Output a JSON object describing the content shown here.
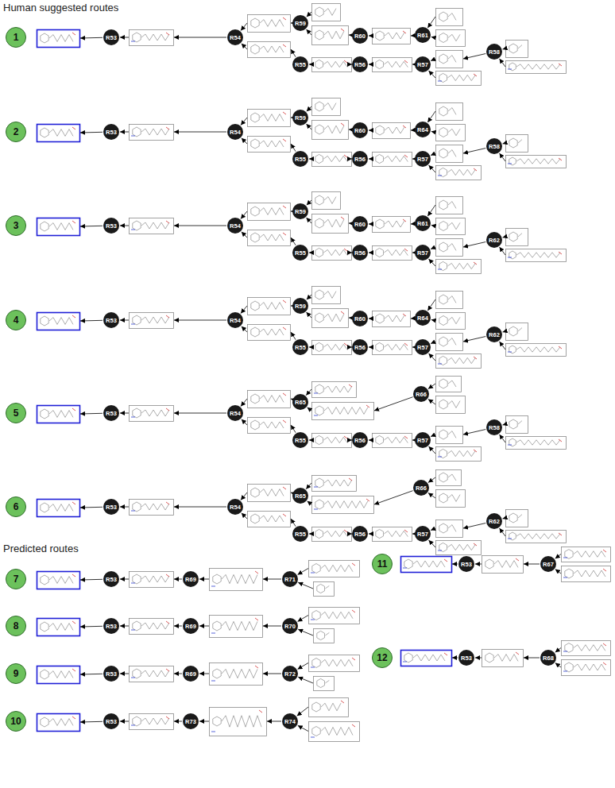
{
  "diagram": {
    "nodes": [
      {
        "text": [
          "1"
        ]
      },
      {
        "text": [
          "R53"
        ]
      },
      {
        "text": [
          "R54"
        ]
      },
      {
        "text": [
          "R59"
        ]
      },
      {
        "text": [
          "R60"
        ]
      },
      {
        "text": [
          "R61"
        ]
      },
      {
        "text": [
          "R55"
        ]
      },
      {
        "text": [
          "R56"
        ]
      },
      {
        "text": [
          "R57"
        ]
      },
      {
        "text": [
          "R58"
        ]
      },
      {
        "text": [
          "2"
        ]
      },
      {
        "text": [
          "R53"
        ]
      },
      {
        "text": [
          "R54"
        ]
      },
      {
        "text": [
          "R59"
        ]
      },
      {
        "text": [
          "R60"
        ]
      },
      {
        "text": [
          "R64"
        ]
      },
      {
        "text": [
          "R55"
        ]
      },
      {
        "text": [
          "R56"
        ]
      },
      {
        "text": [
          "R57"
        ]
      },
      {
        "text": [
          "R58"
        ]
      },
      {
        "text": [
          "3"
        ]
      },
      {
        "text": [
          "R53"
        ]
      },
      {
        "text": [
          "R54"
        ]
      },
      {
        "text": [
          "R59"
        ]
      },
      {
        "text": [
          "R60"
        ]
      },
      {
        "text": [
          "R61"
        ]
      },
      {
        "text": [
          "R55"
        ]
      },
      {
        "text": [
          "R56"
        ]
      },
      {
        "text": [
          "R57"
        ]
      },
      {
        "text": [
          "R62"
        ]
      },
      {
        "text": [
          "4"
        ]
      },
      {
        "text": [
          "R53"
        ]
      },
      {
        "text": [
          "R54"
        ]
      },
      {
        "text": [
          "R59"
        ]
      },
      {
        "text": [
          "R60"
        ]
      },
      {
        "text": [
          "R64"
        ]
      },
      {
        "text": [
          "R55"
        ]
      },
      {
        "text": [
          "R56"
        ]
      },
      {
        "text": [
          "R57"
        ]
      },
      {
        "text": [
          "R62"
        ]
      },
      {
        "text": [
          "5"
        ]
      },
      {
        "text": [
          "R53"
        ]
      },
      {
        "text": [
          "R54"
        ]
      },
      {
        "text": [
          "R65"
        ]
      },
      {
        "text": [
          "R66"
        ]
      },
      {
        "text": [
          "R55"
        ]
      },
      {
        "text": [
          "R56"
        ]
      },
      {
        "text": [
          "R57"
        ]
      },
      {
        "text": [
          "R58"
        ]
      },
      {
        "text": [
          "6"
        ]
      },
      {
        "text": [
          "R53"
        ]
      },
      {
        "text": [
          "R54"
        ]
      },
      {
        "text": [
          "R65"
        ]
      },
      {
        "text": [
          "R66"
        ]
      },
      {
        "text": [
          "R55"
        ]
      },
      {
        "text": [
          "R56"
        ]
      },
      {
        "text": [
          "R57"
        ]
      },
      {
        "text": [
          "R62"
        ]
      },
      {
        "text": [
          "7"
        ]
      },
      {
        "text": [
          "R53"
        ]
      },
      {
        "text": [
          "R69"
        ]
      },
      {
        "text": [
          "R71"
        ]
      },
      {
        "text": [
          "8"
        ]
      },
      {
        "text": [
          "R53"
        ]
      },
      {
        "text": [
          "R69"
        ]
      },
      {
        "text": [
          "R70"
        ]
      },
      {
        "text": [
          "9"
        ]
      },
      {
        "text": [
          "R53"
        ]
      },
      {
        "text": [
          "R69"
        ]
      },
      {
        "text": [
          "R72"
        ]
      },
      {
        "text": [
          "10"
        ]
      },
      {
        "text": [
          "R53"
        ]
      },
      {
        "text": [
          "R73"
        ]
      },
      {
        "text": [
          "R74"
        ]
      },
      {
        "text": [
          "11"
        ]
      },
      {
        "text": [
          "R53"
        ]
      },
      {
        "text": [
          "R67"
        ]
      },
      {
        "text": [
          "12"
        ]
      },
      {
        "text": [
          "R53"
        ]
      },
      {
        "text": [
          "R68"
        ]
      }
    ],
    "labels": [
      "Human suggested routes",
      "Predicted routes"
    ]
  }
}
